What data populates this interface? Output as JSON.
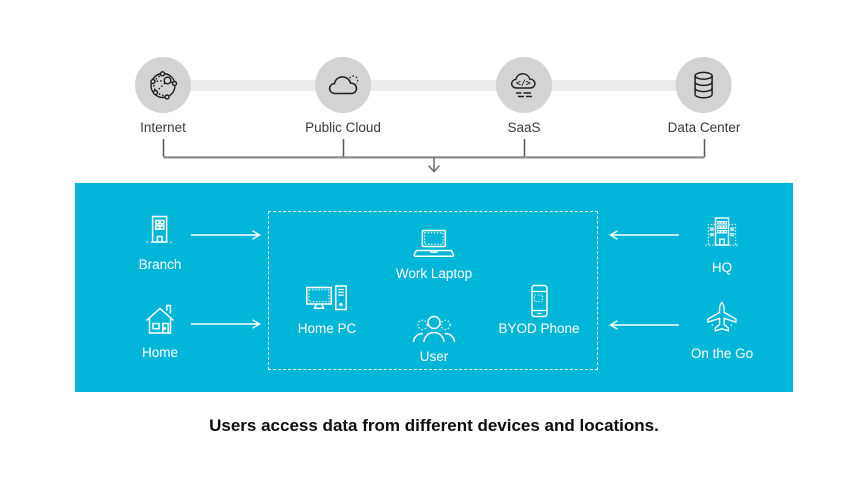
{
  "top_row": {
    "items": [
      {
        "label": "Internet",
        "icon": "internet-globe-icon"
      },
      {
        "label": "Public Cloud",
        "icon": "public-cloud-icon"
      },
      {
        "label": "SaaS",
        "icon": "saas-cloud-code-icon"
      },
      {
        "label": "Data Center",
        "icon": "data-center-database-icon"
      }
    ]
  },
  "panel": {
    "left_locations": [
      {
        "label": "Branch",
        "icon": "branch-building-icon"
      },
      {
        "label": "Home",
        "icon": "home-house-icon"
      }
    ],
    "right_locations": [
      {
        "label": "HQ",
        "icon": "hq-building-icon"
      },
      {
        "label": "On the Go",
        "icon": "airplane-icon"
      }
    ],
    "devices": {
      "work_laptop": {
        "label": "Work Laptop",
        "icon": "laptop-icon"
      },
      "home_pc": {
        "label": "Home PC",
        "icon": "desktop-pc-icon"
      },
      "user": {
        "label": "User",
        "icon": "user-group-icon"
      },
      "byod_phone": {
        "label": "BYOD Phone",
        "icon": "smartphone-icon"
      }
    }
  },
  "caption": "Users access data from different devices and locations.",
  "colors": {
    "panel_cyan": "#00b6d8",
    "circle_gray": "#d3d3d3",
    "track_gray": "#ececec",
    "connector_gray": "#8c8c8c",
    "connector_dark": "#555555",
    "icon_dark": "#1f1f1f",
    "top_label_text": "#3a3a3a",
    "caption_text": "#0d0d0d",
    "panel_text": "#ffffff"
  }
}
